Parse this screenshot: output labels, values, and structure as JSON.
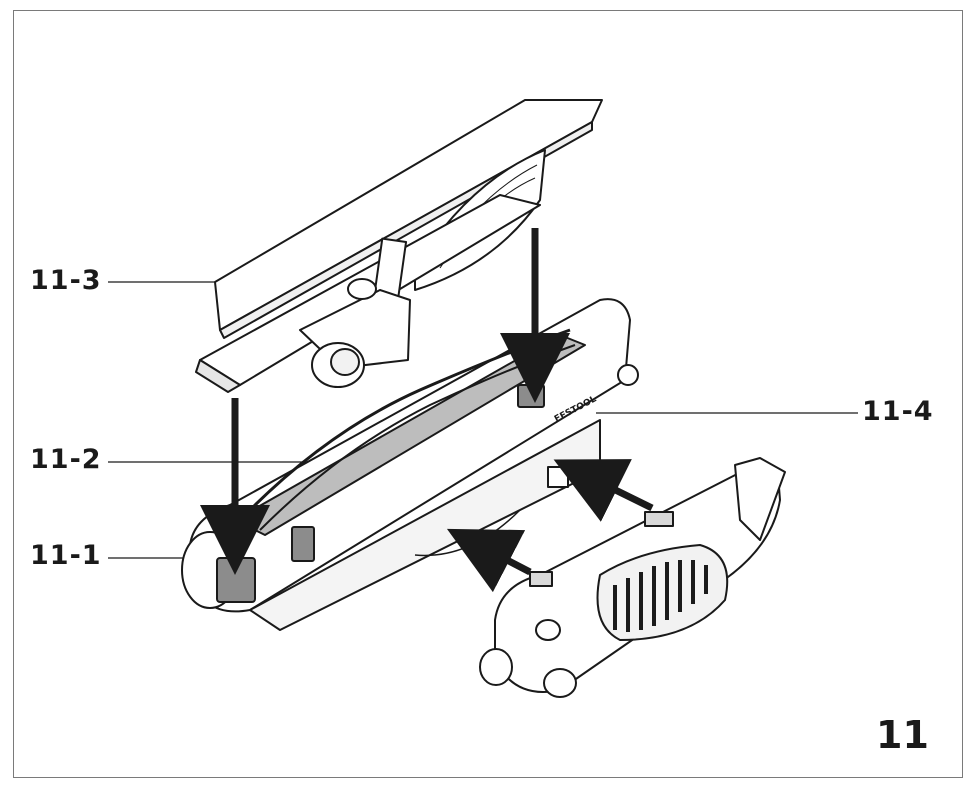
{
  "figure": {
    "number": "11",
    "callouts": [
      {
        "id": "11-3",
        "label": "11-3"
      },
      {
        "id": "11-2",
        "label": "11-2"
      },
      {
        "id": "11-1",
        "label": "11-1"
      },
      {
        "id": "11-4",
        "label": "11-4"
      }
    ],
    "brand_text": "FESTOOL",
    "colors": {
      "ink": "#1a1a1a",
      "frame": "#7a7a7a",
      "grey_dark": "#8c8c8c",
      "grey_light": "#d9d9d9"
    }
  }
}
